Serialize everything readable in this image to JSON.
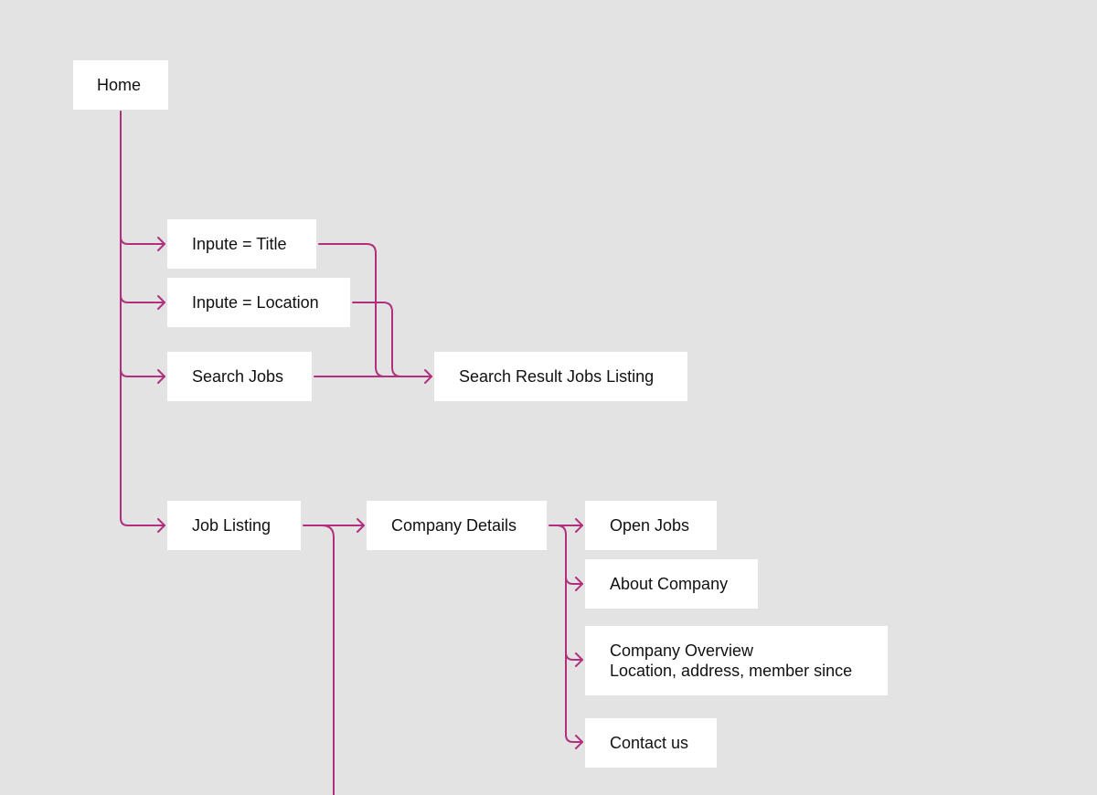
{
  "colors": {
    "background": "#e3e3e3",
    "node_fill": "#ffffff",
    "node_text": "#111111",
    "connector": "#b0307e"
  },
  "nodes": {
    "home": "Home",
    "input_title": "Inpute = Title",
    "input_location": "Inpute = Location",
    "search_jobs": "Search Jobs",
    "search_results": "Search Result Jobs Listing",
    "job_listing": "Job Listing",
    "company_details": "Company Details",
    "open_jobs": "Open Jobs",
    "about_company": "About Company",
    "company_overview": {
      "line1": "Company Overview",
      "line2": "Location, address, member since"
    },
    "contact_us": "Contact us"
  }
}
